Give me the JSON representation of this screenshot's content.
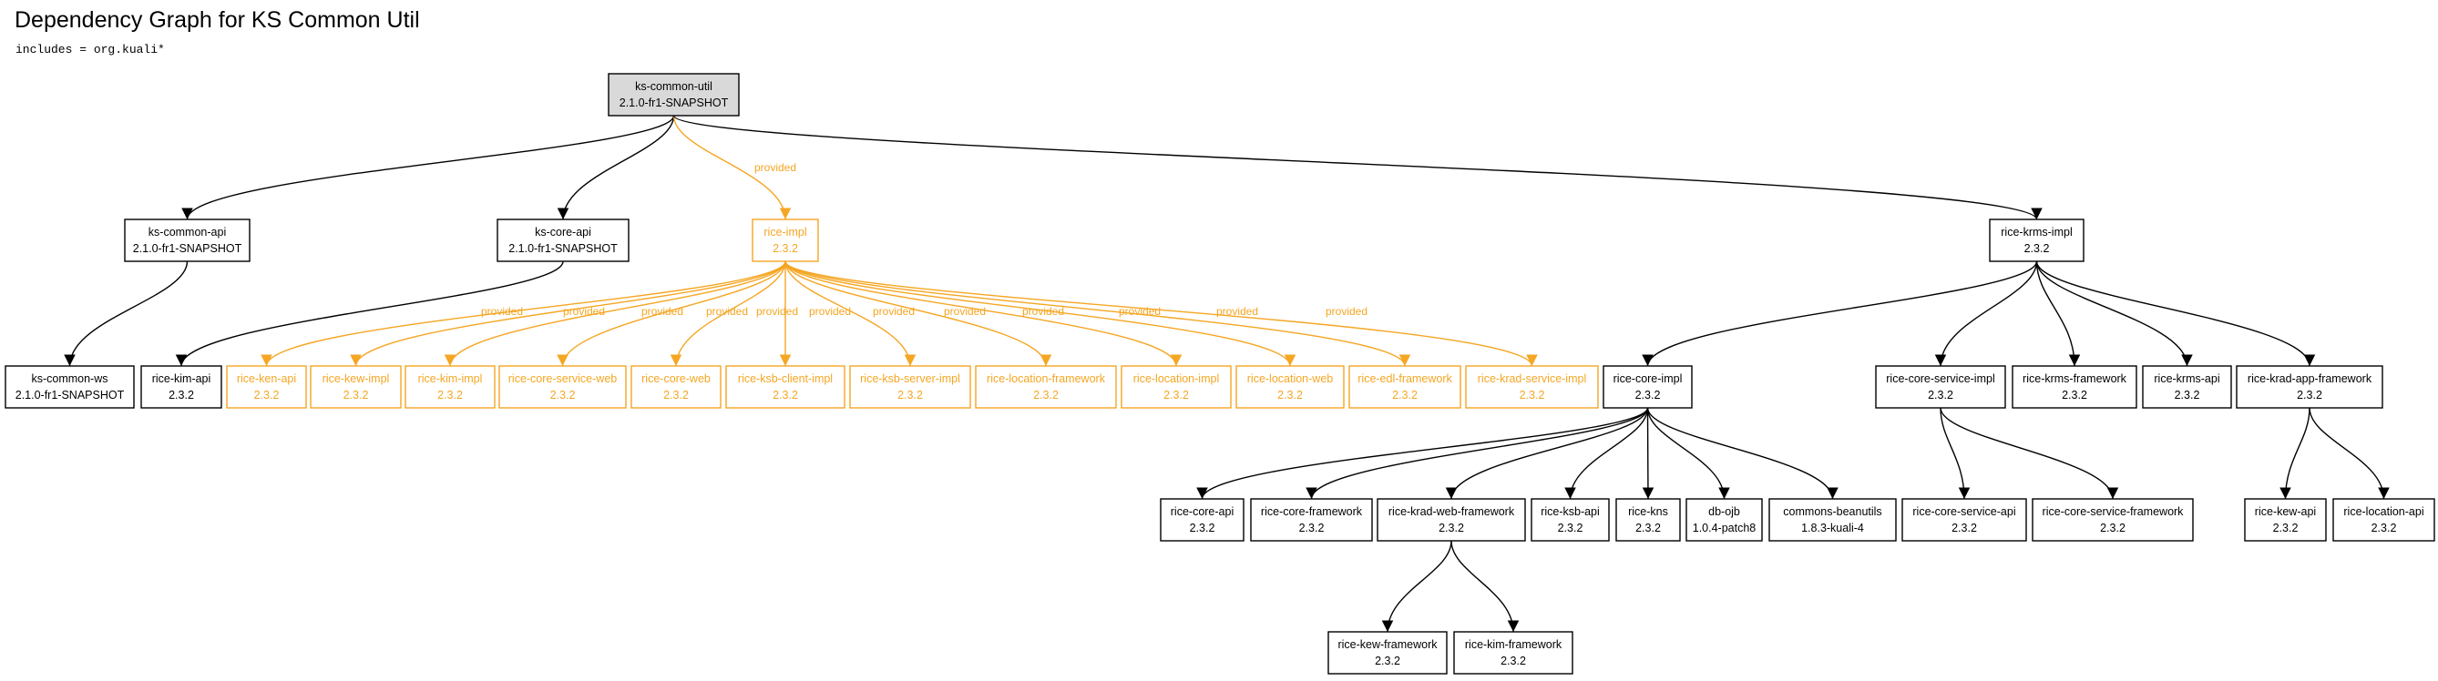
{
  "title": "Dependency Graph for KS Common Util",
  "includes": "includes = org.kuali*",
  "colors": {
    "normal": "#000000",
    "provided": "#f5a623",
    "root_fill": "#d9d9d9"
  },
  "edge_label": "provided",
  "nodes": {
    "root": {
      "name": "ks-common-util",
      "version": "2.1.0-fr1-SNAPSHOT"
    },
    "ks_common_api": {
      "name": "ks-common-api",
      "version": "2.1.0-fr1-SNAPSHOT"
    },
    "ks_core_api": {
      "name": "ks-core-api",
      "version": "2.1.0-fr1-SNAPSHOT"
    },
    "rice_impl": {
      "name": "rice-impl",
      "version": "2.3.2"
    },
    "rice_krms_impl": {
      "name": "rice-krms-impl",
      "version": "2.3.2"
    },
    "ks_common_ws": {
      "name": "ks-common-ws",
      "version": "2.1.0-fr1-SNAPSHOT"
    },
    "rice_kim_api": {
      "name": "rice-kim-api",
      "version": "2.3.2"
    },
    "rice_ken_api": {
      "name": "rice-ken-api",
      "version": "2.3.2"
    },
    "rice_kew_impl": {
      "name": "rice-kew-impl",
      "version": "2.3.2"
    },
    "rice_kim_impl": {
      "name": "rice-kim-impl",
      "version": "2.3.2"
    },
    "rice_core_service_web": {
      "name": "rice-core-service-web",
      "version": "2.3.2"
    },
    "rice_core_web": {
      "name": "rice-core-web",
      "version": "2.3.2"
    },
    "rice_ksb_client_impl": {
      "name": "rice-ksb-client-impl",
      "version": "2.3.2"
    },
    "rice_ksb_server_impl": {
      "name": "rice-ksb-server-impl",
      "version": "2.3.2"
    },
    "rice_location_framework": {
      "name": "rice-location-framework",
      "version": "2.3.2"
    },
    "rice_location_impl": {
      "name": "rice-location-impl",
      "version": "2.3.2"
    },
    "rice_location_web": {
      "name": "rice-location-web",
      "version": "2.3.2"
    },
    "rice_edl_framework": {
      "name": "rice-edl-framework",
      "version": "2.3.2"
    },
    "rice_krad_service_impl": {
      "name": "rice-krad-service-impl",
      "version": "2.3.2"
    },
    "rice_core_impl": {
      "name": "rice-core-impl",
      "version": "2.3.2"
    },
    "rice_core_service_impl": {
      "name": "rice-core-service-impl",
      "version": "2.3.2"
    },
    "rice_krms_framework": {
      "name": "rice-krms-framework",
      "version": "2.3.2"
    },
    "rice_krms_api": {
      "name": "rice-krms-api",
      "version": "2.3.2"
    },
    "rice_krad_app_framework": {
      "name": "rice-krad-app-framework",
      "version": "2.3.2"
    },
    "rice_core_api": {
      "name": "rice-core-api",
      "version": "2.3.2"
    },
    "rice_core_framework": {
      "name": "rice-core-framework",
      "version": "2.3.2"
    },
    "rice_krad_web_framework": {
      "name": "rice-krad-web-framework",
      "version": "2.3.2"
    },
    "rice_ksb_api": {
      "name": "rice-ksb-api",
      "version": "2.3.2"
    },
    "rice_kns": {
      "name": "rice-kns",
      "version": "2.3.2"
    },
    "db_ojb": {
      "name": "db-ojb",
      "version": "1.0.4-patch8"
    },
    "commons_beanutils": {
      "name": "commons-beanutils",
      "version": "1.8.3-kuali-4"
    },
    "rice_core_service_api": {
      "name": "rice-core-service-api",
      "version": "2.3.2"
    },
    "rice_core_service_framework": {
      "name": "rice-core-service-framework",
      "version": "2.3.2"
    },
    "rice_kew_api": {
      "name": "rice-kew-api",
      "version": "2.3.2"
    },
    "rice_location_api": {
      "name": "rice-location-api",
      "version": "2.3.2"
    },
    "rice_kew_framework": {
      "name": "rice-kew-framework",
      "version": "2.3.2"
    },
    "rice_kim_framework": {
      "name": "rice-kim-framework",
      "version": "2.3.2"
    }
  }
}
